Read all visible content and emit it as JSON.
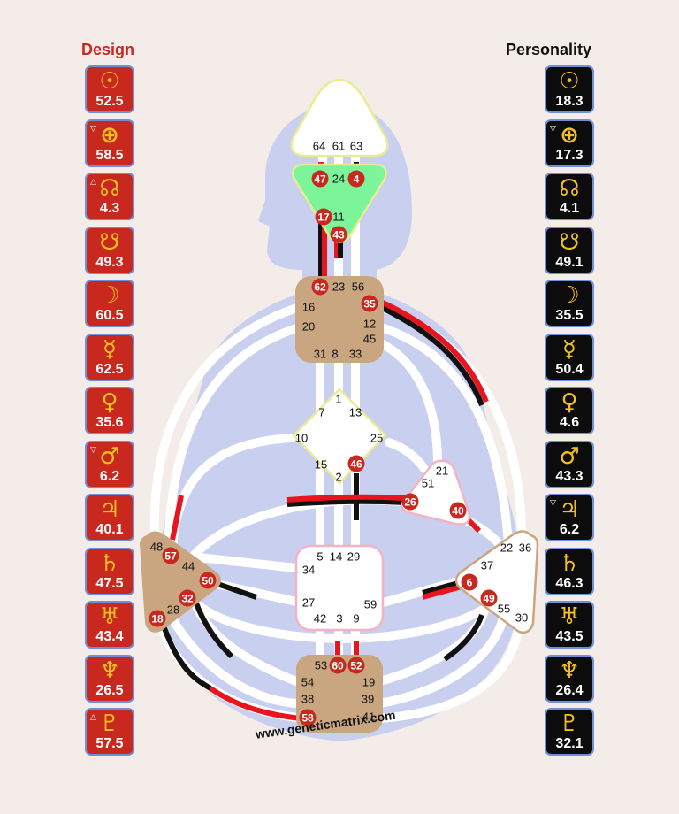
{
  "headers": {
    "design": "Design",
    "personality": "Personality"
  },
  "colors": {
    "design": "#c8281e",
    "personality": "#0c0c0c",
    "glyph": "#f2c01e",
    "head_center": "#ffffff",
    "ajna_center": "#7cf59a",
    "body_silhouette": "#c9cfef",
    "colored_center": "#c9a67f",
    "gate_active": "#c8281e",
    "channel_inactive": "#ffffff",
    "channel_design": "#e8141e",
    "channel_personality": "#111111"
  },
  "design": [
    {
      "icon": "sun-icon",
      "symbol": "☉",
      "value": "52.5",
      "mark": ""
    },
    {
      "icon": "earth-icon",
      "symbol": "⊕",
      "value": "58.5",
      "mark": "▽"
    },
    {
      "icon": "north-node-icon",
      "symbol": "☊",
      "value": "4.3",
      "mark": "△"
    },
    {
      "icon": "south-node-icon",
      "symbol": "☋",
      "value": "49.3",
      "mark": ""
    },
    {
      "icon": "moon-icon",
      "symbol": "☽",
      "value": "60.5",
      "mark": ""
    },
    {
      "icon": "mercury-icon",
      "symbol": "☿",
      "value": "62.5",
      "mark": ""
    },
    {
      "icon": "venus-icon",
      "symbol": "♀",
      "value": "35.6",
      "mark": ""
    },
    {
      "icon": "mars-icon",
      "symbol": "♂",
      "value": "6.2",
      "mark": "▽"
    },
    {
      "icon": "jupiter-icon",
      "symbol": "♃",
      "value": "40.1",
      "mark": ""
    },
    {
      "icon": "saturn-icon",
      "symbol": "♄",
      "value": "47.5",
      "mark": ""
    },
    {
      "icon": "uranus-icon",
      "symbol": "♅",
      "value": "43.4",
      "mark": ""
    },
    {
      "icon": "neptune-icon",
      "symbol": "♆",
      "value": "26.5",
      "mark": ""
    },
    {
      "icon": "pluto-icon",
      "symbol": "♇",
      "value": "57.5",
      "mark": "△"
    }
  ],
  "personality": [
    {
      "icon": "sun-icon",
      "symbol": "☉",
      "value": "18.3",
      "mark": ""
    },
    {
      "icon": "earth-icon",
      "symbol": "⊕",
      "value": "17.3",
      "mark": "▽"
    },
    {
      "icon": "north-node-icon",
      "symbol": "☊",
      "value": "4.1",
      "mark": ""
    },
    {
      "icon": "south-node-icon",
      "symbol": "☋",
      "value": "49.1",
      "mark": ""
    },
    {
      "icon": "moon-icon",
      "symbol": "☽",
      "value": "35.5",
      "mark": ""
    },
    {
      "icon": "mercury-icon",
      "symbol": "☿",
      "value": "50.4",
      "mark": ""
    },
    {
      "icon": "venus-icon",
      "symbol": "♀",
      "value": "4.6",
      "mark": ""
    },
    {
      "icon": "mars-icon",
      "symbol": "♂",
      "value": "43.3",
      "mark": ""
    },
    {
      "icon": "jupiter-icon",
      "symbol": "♃",
      "value": "6.2",
      "mark": "▽"
    },
    {
      "icon": "saturn-icon",
      "symbol": "♄",
      "value": "46.3",
      "mark": ""
    },
    {
      "icon": "uranus-icon",
      "symbol": "♅",
      "value": "43.5",
      "mark": ""
    },
    {
      "icon": "neptune-icon",
      "symbol": "♆",
      "value": "26.4",
      "mark": ""
    },
    {
      "icon": "pluto-icon",
      "symbol": "♇",
      "value": "32.1",
      "mark": ""
    }
  ],
  "centers": [
    {
      "name": "head",
      "gates": [
        "64",
        "61",
        "63"
      ],
      "active": []
    },
    {
      "name": "ajna",
      "gates": [
        "47",
        "24",
        "4",
        "17",
        "11",
        "43"
      ],
      "active": [
        "47",
        "4",
        "17",
        "43"
      ]
    },
    {
      "name": "throat",
      "gates": [
        "62",
        "23",
        "56",
        "16",
        "35",
        "20",
        "12",
        "45",
        "31",
        "8",
        "33"
      ],
      "active": [
        "62",
        "35"
      ]
    },
    {
      "name": "g",
      "gates": [
        "1",
        "7",
        "13",
        "10",
        "25",
        "15",
        "46",
        "2"
      ],
      "active": [
        "46"
      ]
    },
    {
      "name": "ego",
      "gates": [
        "21",
        "51",
        "26",
        "40"
      ],
      "active": [
        "26",
        "40"
      ]
    },
    {
      "name": "spleen",
      "gates": [
        "48",
        "57",
        "44",
        "50",
        "32",
        "28",
        "18"
      ],
      "active": [
        "57",
        "50",
        "32",
        "18"
      ]
    },
    {
      "name": "sacral",
      "gates": [
        "5",
        "14",
        "29",
        "34",
        "27",
        "59",
        "42",
        "3",
        "9"
      ],
      "active": []
    },
    {
      "name": "solar-plexus",
      "gates": [
        "22",
        "36",
        "37",
        "6",
        "49",
        "55",
        "30"
      ],
      "active": [
        "6",
        "49"
      ]
    },
    {
      "name": "root",
      "gates": [
        "53",
        "60",
        "52",
        "54",
        "19",
        "38",
        "39",
        "58",
        "41"
      ],
      "active": [
        "60",
        "52",
        "58"
      ]
    }
  ],
  "site": "www.geneticmatrix.com"
}
